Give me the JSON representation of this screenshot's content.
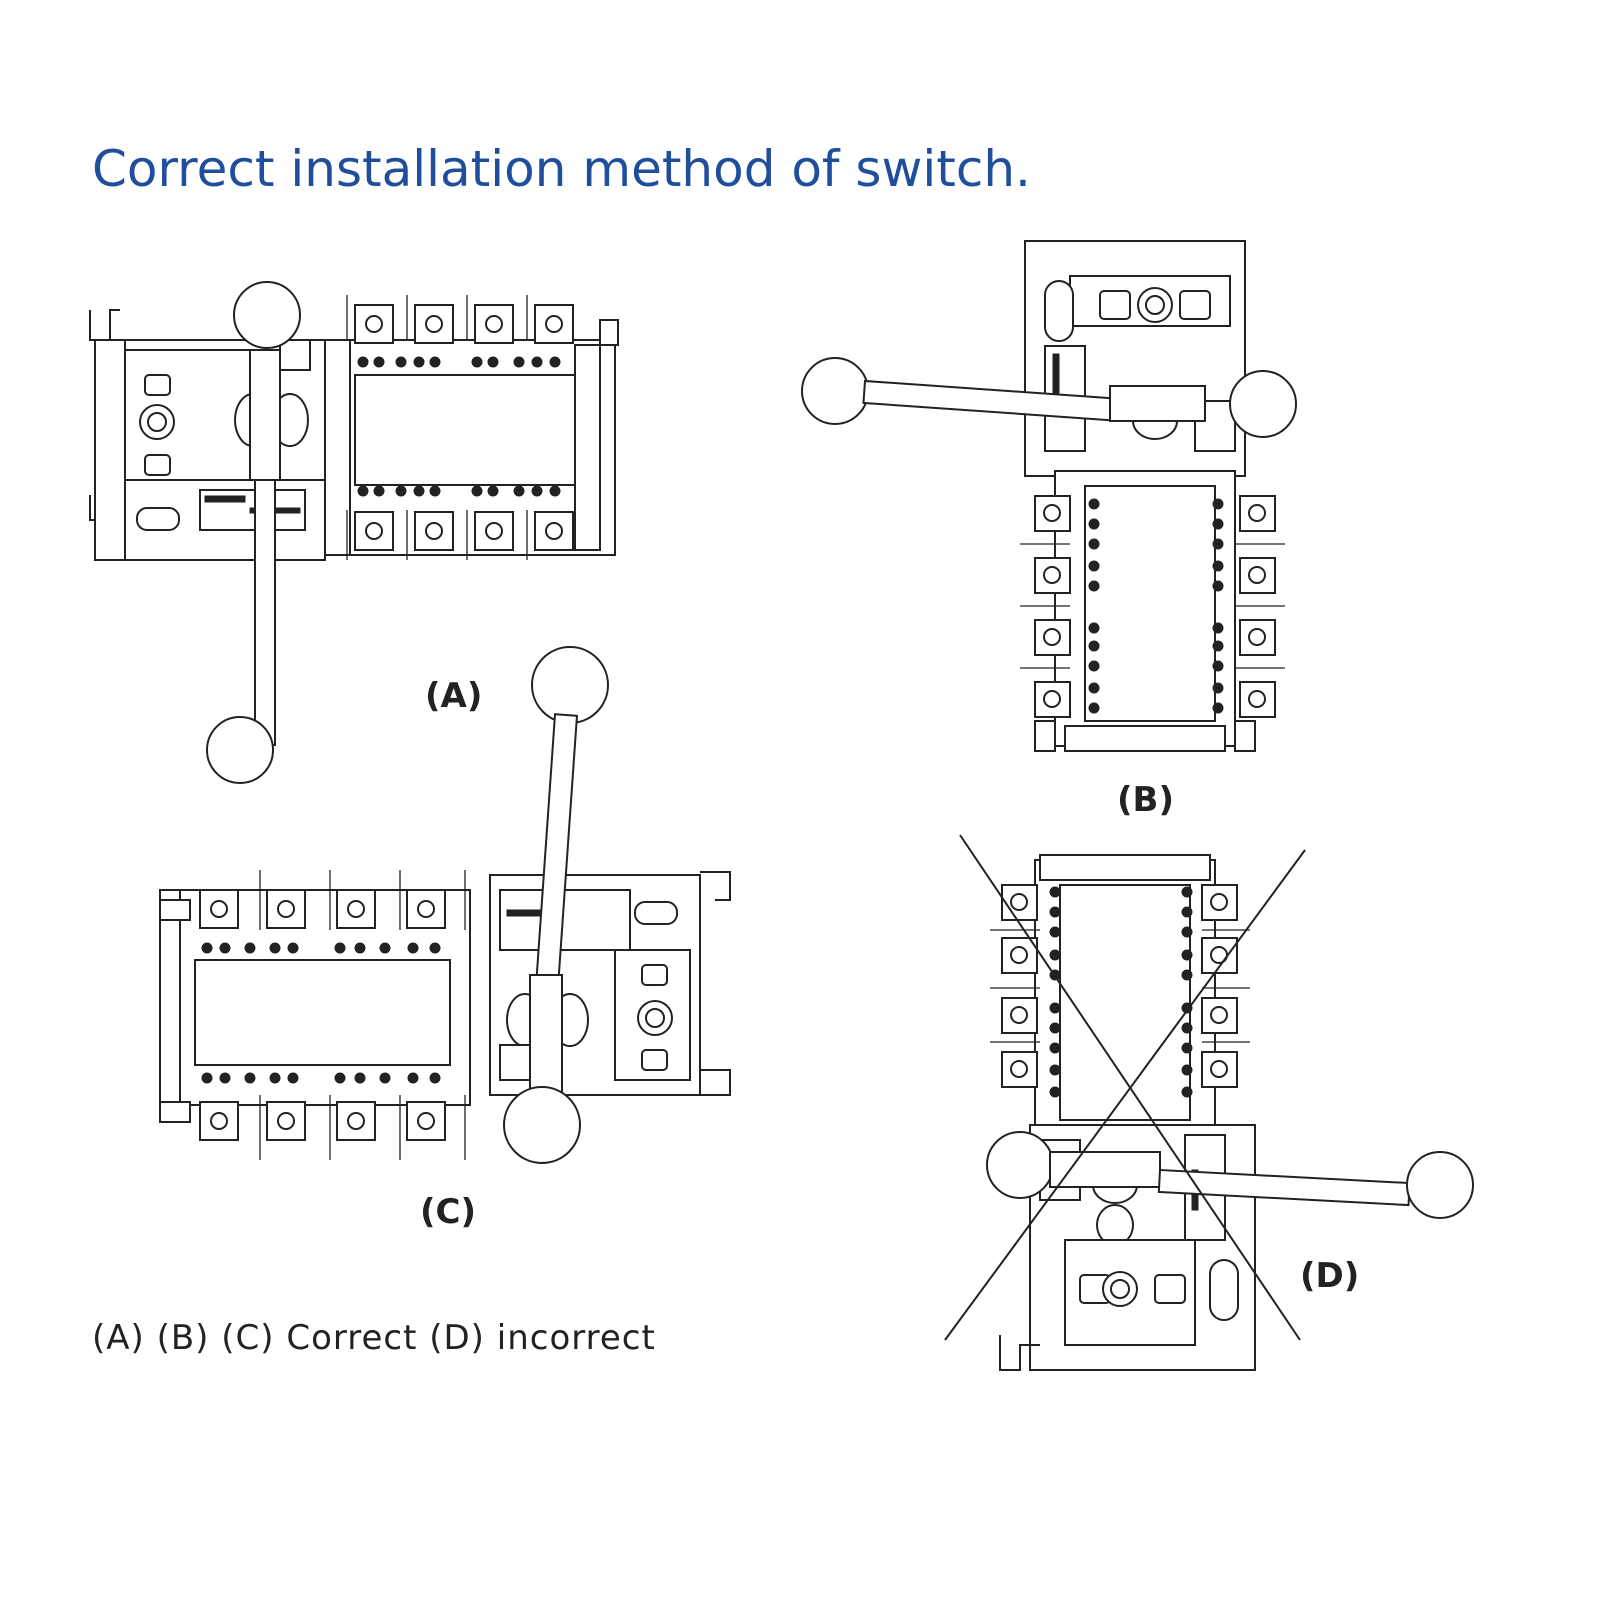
{
  "title": "Correct installation method of switch.",
  "figures": {
    "a": {
      "label": "(A)",
      "status": "correct"
    },
    "b": {
      "label": "(B)",
      "status": "correct"
    },
    "c": {
      "label": "(C)",
      "status": "correct"
    },
    "d": {
      "label": "(D)",
      "status": "incorrect"
    }
  },
  "note": "(A) (B) (C) Correct (D) incorrect",
  "colors": {
    "title": "#1f4e9c",
    "line": "#222222",
    "background": "#ffffff"
  }
}
